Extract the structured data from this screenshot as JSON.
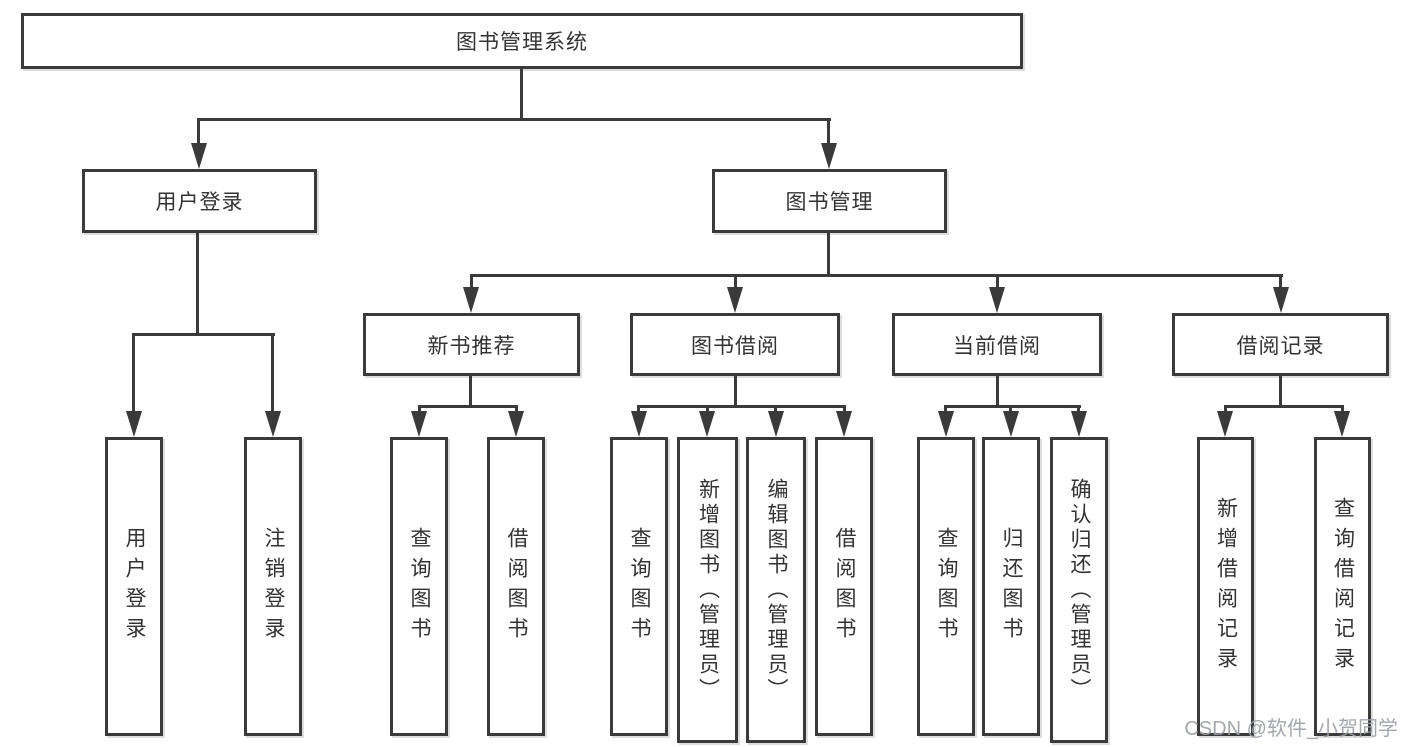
{
  "diagram": {
    "root": {
      "label": "图书管理系统"
    },
    "user_login": {
      "label": "用户登录",
      "children": [
        {
          "label": "用户登录"
        },
        {
          "label": "注销登录"
        }
      ]
    },
    "book_mgmt": {
      "label": "图书管理",
      "sections": [
        {
          "label": "新书推荐",
          "children": [
            {
              "label": "查询图书"
            },
            {
              "label": "借阅图书"
            }
          ]
        },
        {
          "label": "图书借阅",
          "children": [
            {
              "label": "查询图书"
            },
            {
              "label": "新增图书（管理员）"
            },
            {
              "label": "编辑图书（管理员）"
            },
            {
              "label": "借阅图书"
            }
          ]
        },
        {
          "label": "当前借阅",
          "children": [
            {
              "label": "查询图书"
            },
            {
              "label": "归还图书"
            },
            {
              "label": "确认归还（管理员）"
            }
          ]
        },
        {
          "label": "借阅记录",
          "children": [
            {
              "label": "新增借阅记录"
            },
            {
              "label": "查询借阅记录"
            }
          ]
        }
      ]
    },
    "colors": {
      "line": "#3a3a3a",
      "text": "#333333",
      "watermark": "#9da0a8"
    }
  },
  "watermark": {
    "text": "CSDN @软件_小贺同学"
  }
}
